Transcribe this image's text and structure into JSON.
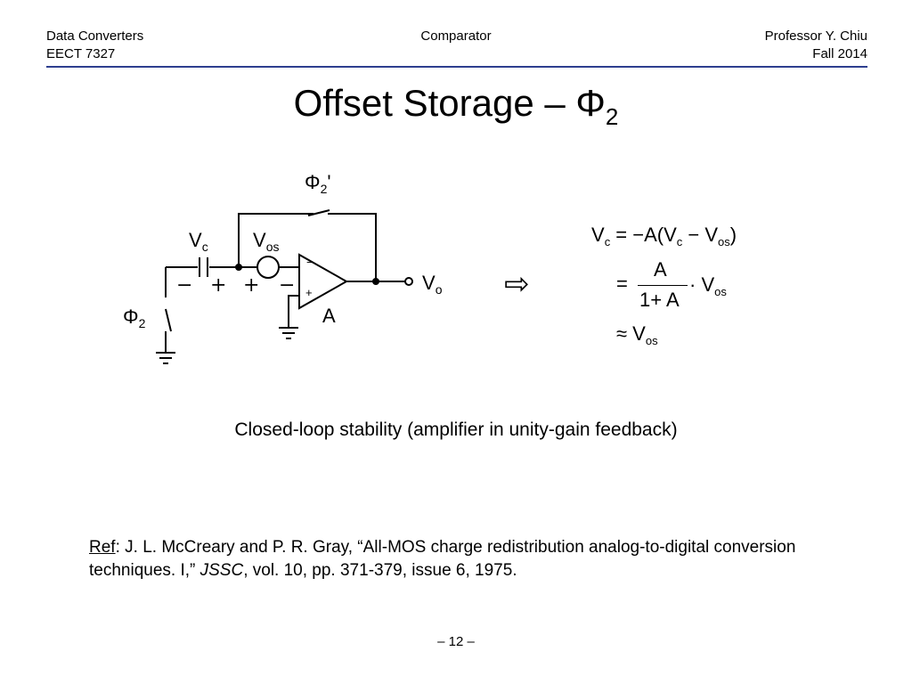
{
  "header": {
    "left_line1": "Data Converters",
    "left_line2": "EECT 7327",
    "center": "Comparator",
    "right_line1": "Professor Y. Chiu",
    "right_line2": "Fall 2014"
  },
  "title": {
    "main": "Offset Storage – Φ",
    "sub": "2"
  },
  "circuit": {
    "phi2p_base": "Φ",
    "phi2p_sub": "2",
    "phi2p_prime": "'",
    "vc_base": "V",
    "vc_sub": "c",
    "vos_base": "V",
    "vos_sub": "os",
    "vo_base": "V",
    "vo_sub": "o",
    "phi2_base": "Φ",
    "phi2_sub": "2",
    "amp_label": "A",
    "cap_minus": "−",
    "cap_plus": "+",
    "vos_plus": "+",
    "vos_minus": "−",
    "opamp_minus": "−",
    "opamp_plus": "+"
  },
  "arrow_glyph": "⇨",
  "equations": {
    "l1_v": "V",
    "l1_c": "c",
    "l1_rest": " = −A(V",
    "l1_c2": "c",
    "l1_minus": " − V",
    "l1_os": "os",
    "l1_close": ")",
    "l2_eq": "=",
    "l2_num": "A",
    "l2_den": "1+ A",
    "l2_dot": "· V",
    "l2_os": "os",
    "l3_approx": "≈ V",
    "l3_os": "os"
  },
  "caption": "Closed-loop stability (amplifier in unity-gain feedback)",
  "reference": {
    "ref_label": "Ref",
    "text_a": ":  J. L. McCreary and P. R. Gray, “All-MOS charge redistribution analog-to-digital conversion techniques. I,” ",
    "journal": "JSSC",
    "text_b": ", vol. 10, pp. 371-379, issue 6, 1975."
  },
  "page_number": "– 12 –"
}
